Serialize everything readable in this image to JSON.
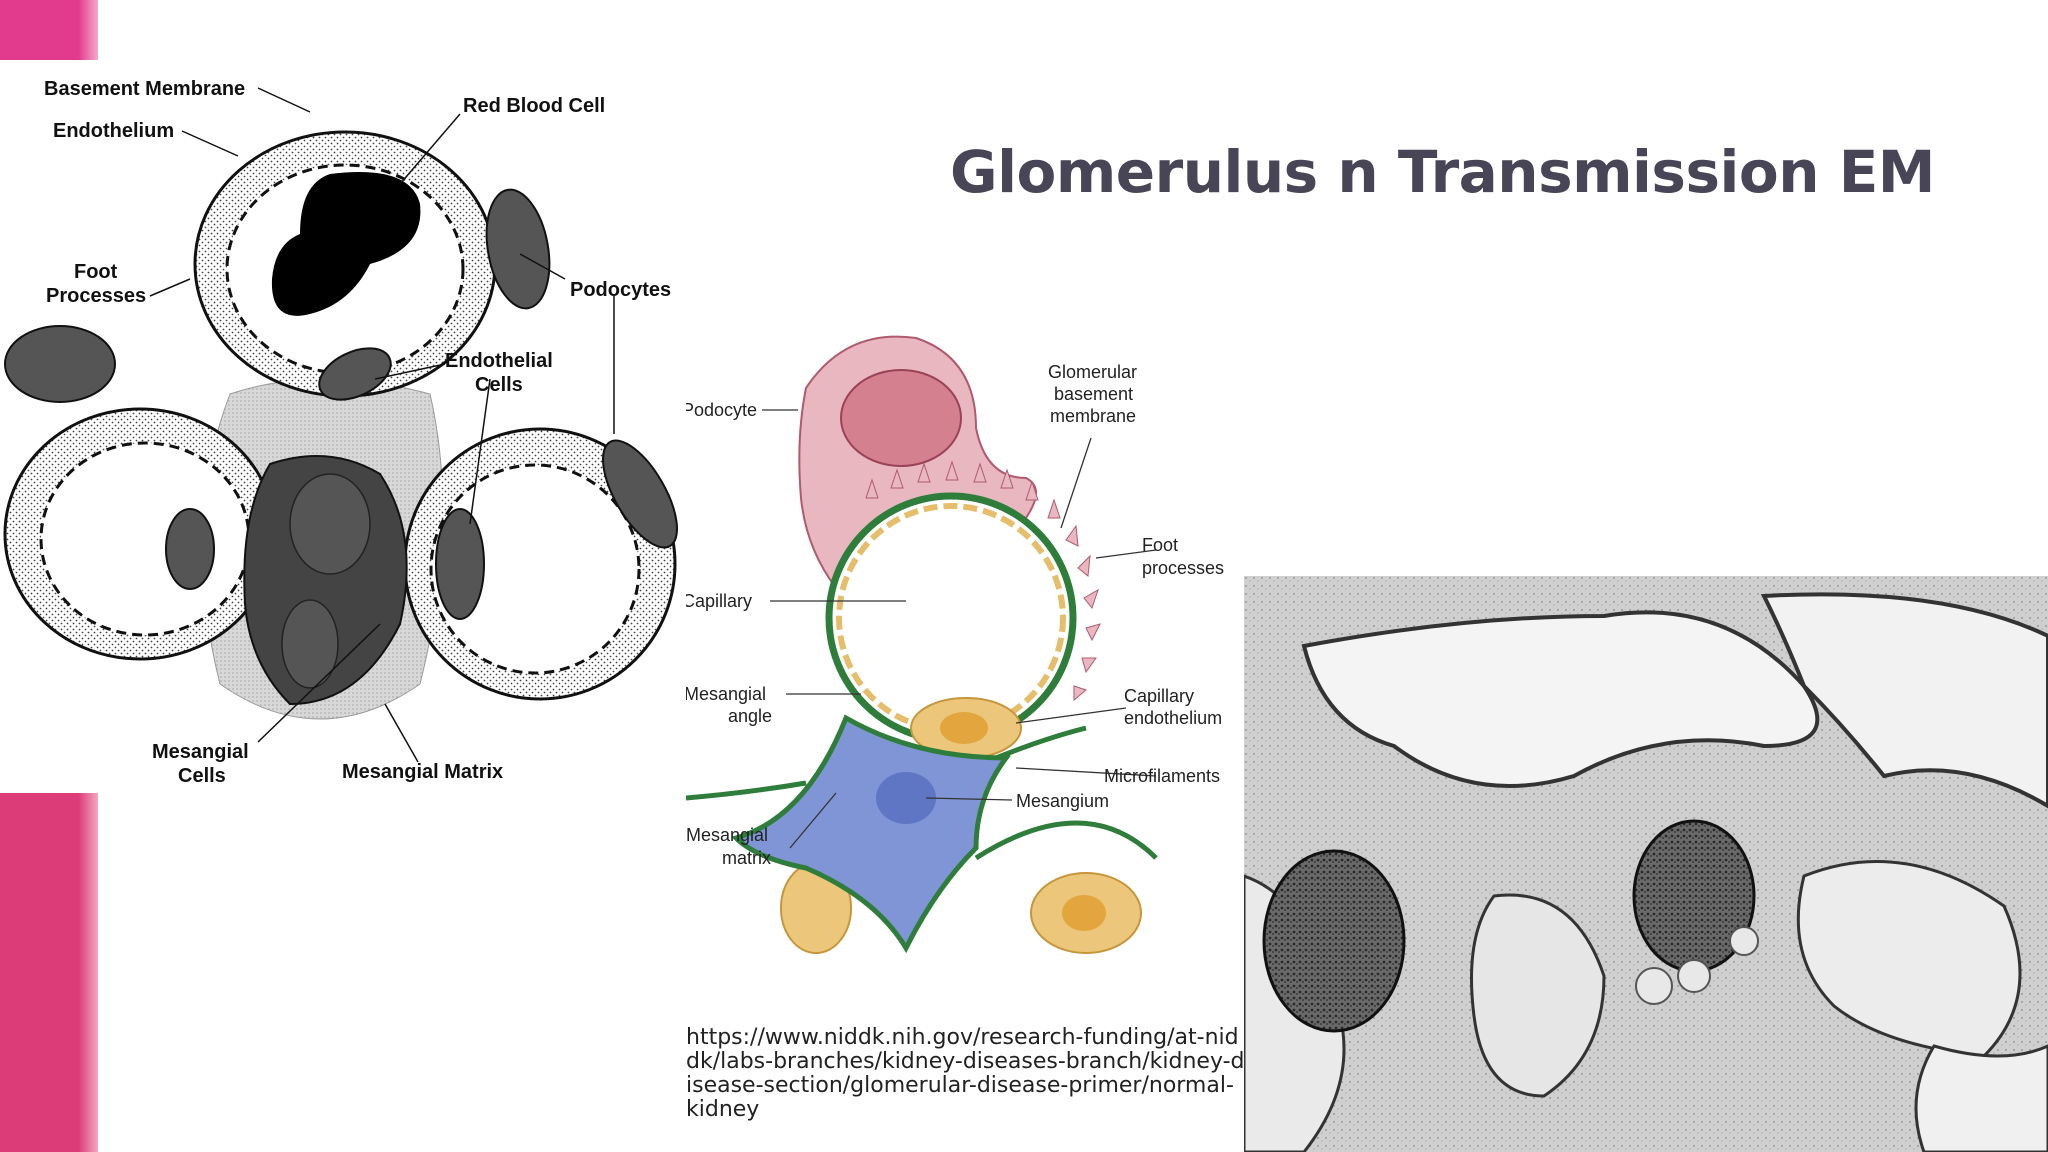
{
  "slide": {
    "title": "Glomerulus n Transmission EM",
    "source_url": "https://www.niddk.nih.gov/research-funding/at-niddk/labs-branches/kidney-diseases-branch/kidney-disease-section/glomerular-disease-primer/normal-kidney",
    "accent_colors": [
      "#e23a8c",
      "#dc3c78"
    ]
  },
  "diagram_left": {
    "labels": {
      "basement_membrane": "Basement Membrane",
      "endothelium": "Endothelium",
      "red_blood_cell": "Red Blood Cell",
      "foot_processes_1": "Foot",
      "foot_processes_2": "Processes",
      "podocytes": "Podocytes",
      "endothelial_cells_1": "Endothelial",
      "endothelial_cells_2": "Cells",
      "mesangial_cells_1": "Mesangial",
      "mesangial_cells_2": "Cells",
      "mesangial_matrix": "Mesangial Matrix"
    }
  },
  "diagram_middle": {
    "labels": {
      "podocyte": "Podocyte",
      "gbm_1": "Glomerular",
      "gbm_2": "basement",
      "gbm_3": "membrane",
      "foot_1": "Foot",
      "foot_2": "processes",
      "capillary": "Capillary",
      "angle_1": "Mesangial",
      "angle_2": "angle",
      "cap_endo_1": "Capillary",
      "cap_endo_2": "endothelium",
      "microfilaments": "Microfilaments",
      "mesangium": "Mesangium",
      "matrix_1": "Mesangial",
      "matrix_2": "matrix"
    }
  }
}
